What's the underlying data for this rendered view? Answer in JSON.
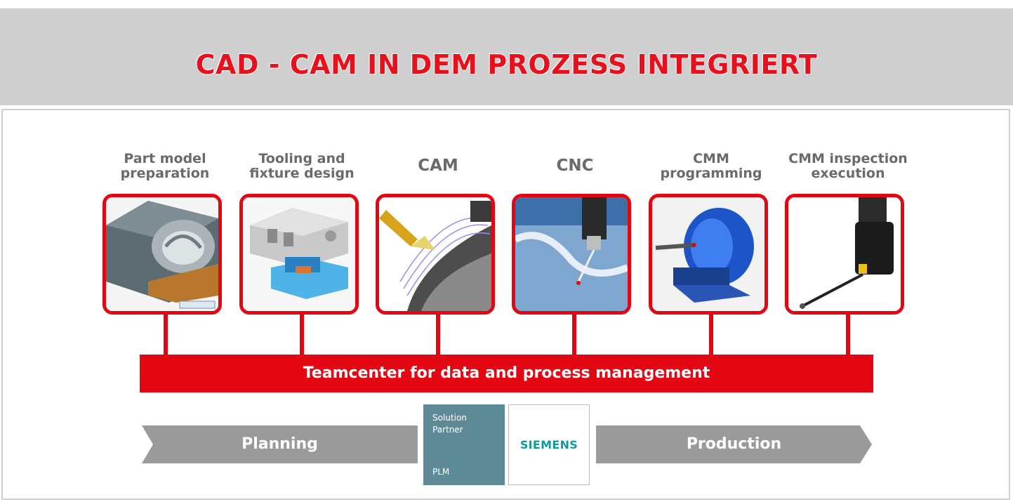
{
  "header": {
    "title": "CAD - CAM IN DEM PROZESS INTEGRIERT"
  },
  "steps": [
    {
      "label": "Part model\npreparation",
      "icon": "part-model-image"
    },
    {
      "label": "Tooling and\nfixture design",
      "icon": "fixture-design-image"
    },
    {
      "label": "CAM",
      "icon": "cam-toolpath-image"
    },
    {
      "label": "CNC",
      "icon": "cnc-machining-image"
    },
    {
      "label": "CMM\nprogramming",
      "icon": "cmm-programming-image"
    },
    {
      "label": "CMM inspection\nexecution",
      "icon": "cmm-probe-image"
    }
  ],
  "bar": {
    "label": "Teamcenter for data and process management"
  },
  "flow": {
    "left": "Planning",
    "right": "Production"
  },
  "badge": {
    "line1": "Solution",
    "line2": "Partner",
    "plm": "PLM",
    "brand": "SIEMENS"
  },
  "colors": {
    "accent": "#e30613",
    "header_bg": "#cfcfcf",
    "arrow": "#9a9a9a",
    "badge_teal": "#5f8b98",
    "brand": "#0e9a9c"
  }
}
